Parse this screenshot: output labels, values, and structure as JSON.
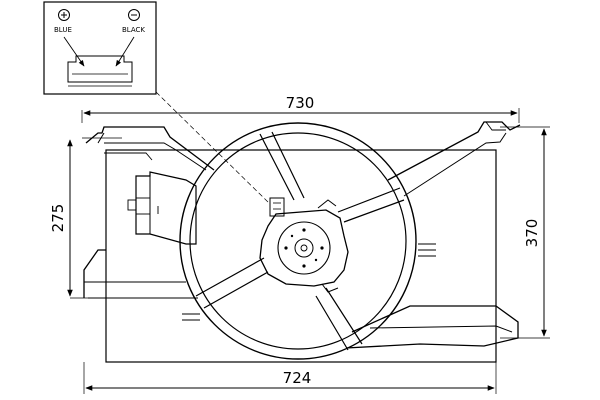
{
  "dimensions": {
    "top_width": "730",
    "bottom_width": "724",
    "left_height": "275",
    "right_height": "370"
  },
  "connector": {
    "pin_left": "BLUE",
    "pin_right": "BLACK"
  }
}
